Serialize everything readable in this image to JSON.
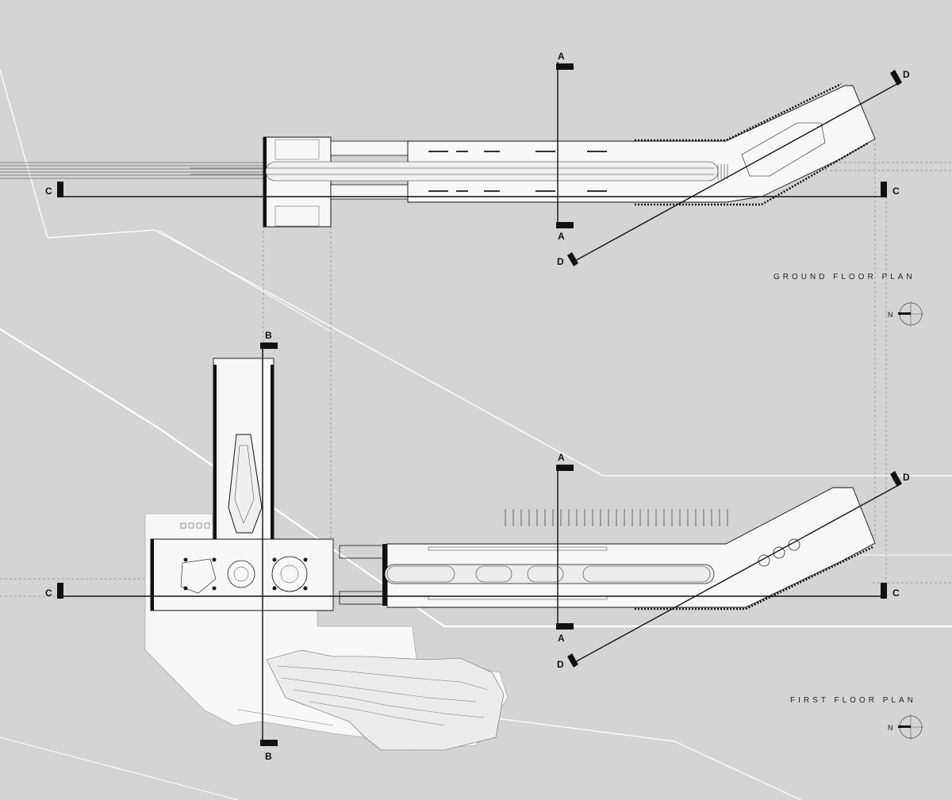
{
  "plans": {
    "ground": {
      "title": "GROUND FLOOR PLAN"
    },
    "first": {
      "title": "FIRST FLOOR PLAN"
    }
  },
  "section_marks": {
    "a": "A",
    "b": "B",
    "c": "C",
    "d": "D"
  },
  "north_label": "N",
  "colors": {
    "background": "#d4d4d4",
    "building": "#f7f7f7",
    "lines": "#111111",
    "context": "#ffffff"
  }
}
